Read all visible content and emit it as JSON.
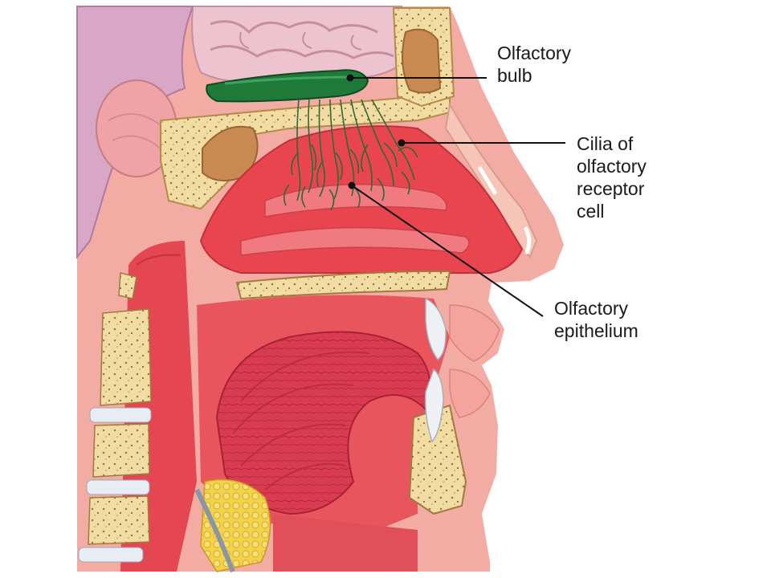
{
  "labels": {
    "olfactory_bulb": [
      "Olfactory",
      "bulb"
    ],
    "cilia": [
      "Cilia of",
      "olfactory",
      "receptor",
      "cell"
    ],
    "epithelium": [
      "Olfactory",
      "epithelium"
    ]
  },
  "colors": {
    "background": "#ffffff",
    "tissue_pink": "#f5b3ac",
    "cavity_red": "#e8454f",
    "tongue_red": "#d83a4e",
    "bone": "#f0d9a0",
    "brain_pink": "#ecc3cf",
    "bulb_green": "#1f7a3a",
    "sinus_brown": "#c98a52",
    "leader_line": "#111111"
  }
}
